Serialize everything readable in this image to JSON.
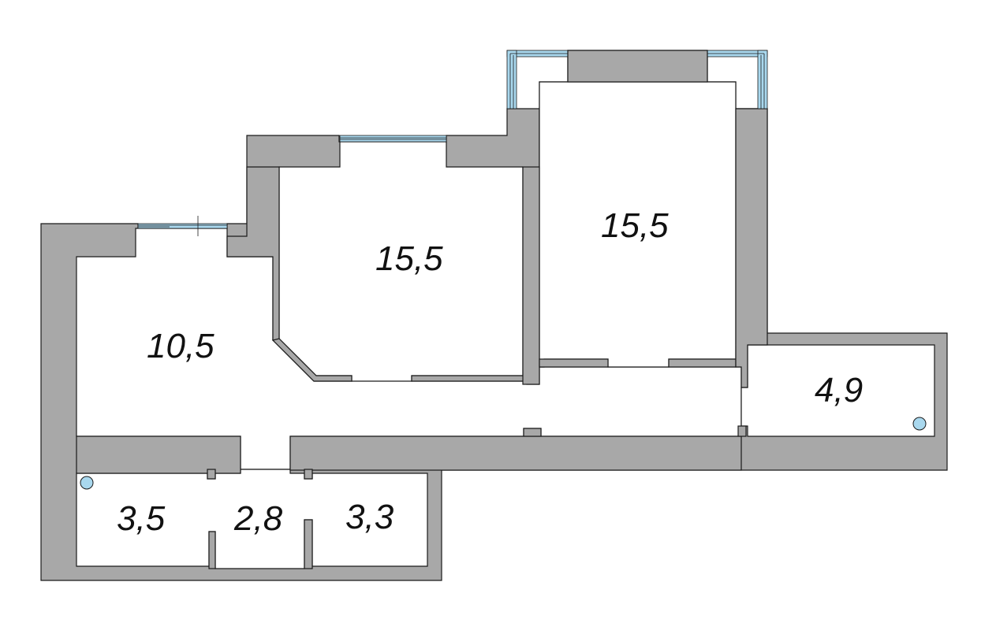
{
  "rooms": [
    {
      "id": "room-left",
      "area": "10,5"
    },
    {
      "id": "room-middle",
      "area": "15,5"
    },
    {
      "id": "room-right",
      "area": "15,5"
    },
    {
      "id": "room-corridor-right",
      "area": "4,9"
    },
    {
      "id": "room-bath-left",
      "area": "3,5"
    },
    {
      "id": "room-wc",
      "area": "2,8"
    },
    {
      "id": "room-bath-right",
      "area": "3,3"
    }
  ],
  "colors": {
    "wall": "#a8a8a8",
    "window": "#a9d8ee",
    "outline": "#1a1a1a"
  }
}
